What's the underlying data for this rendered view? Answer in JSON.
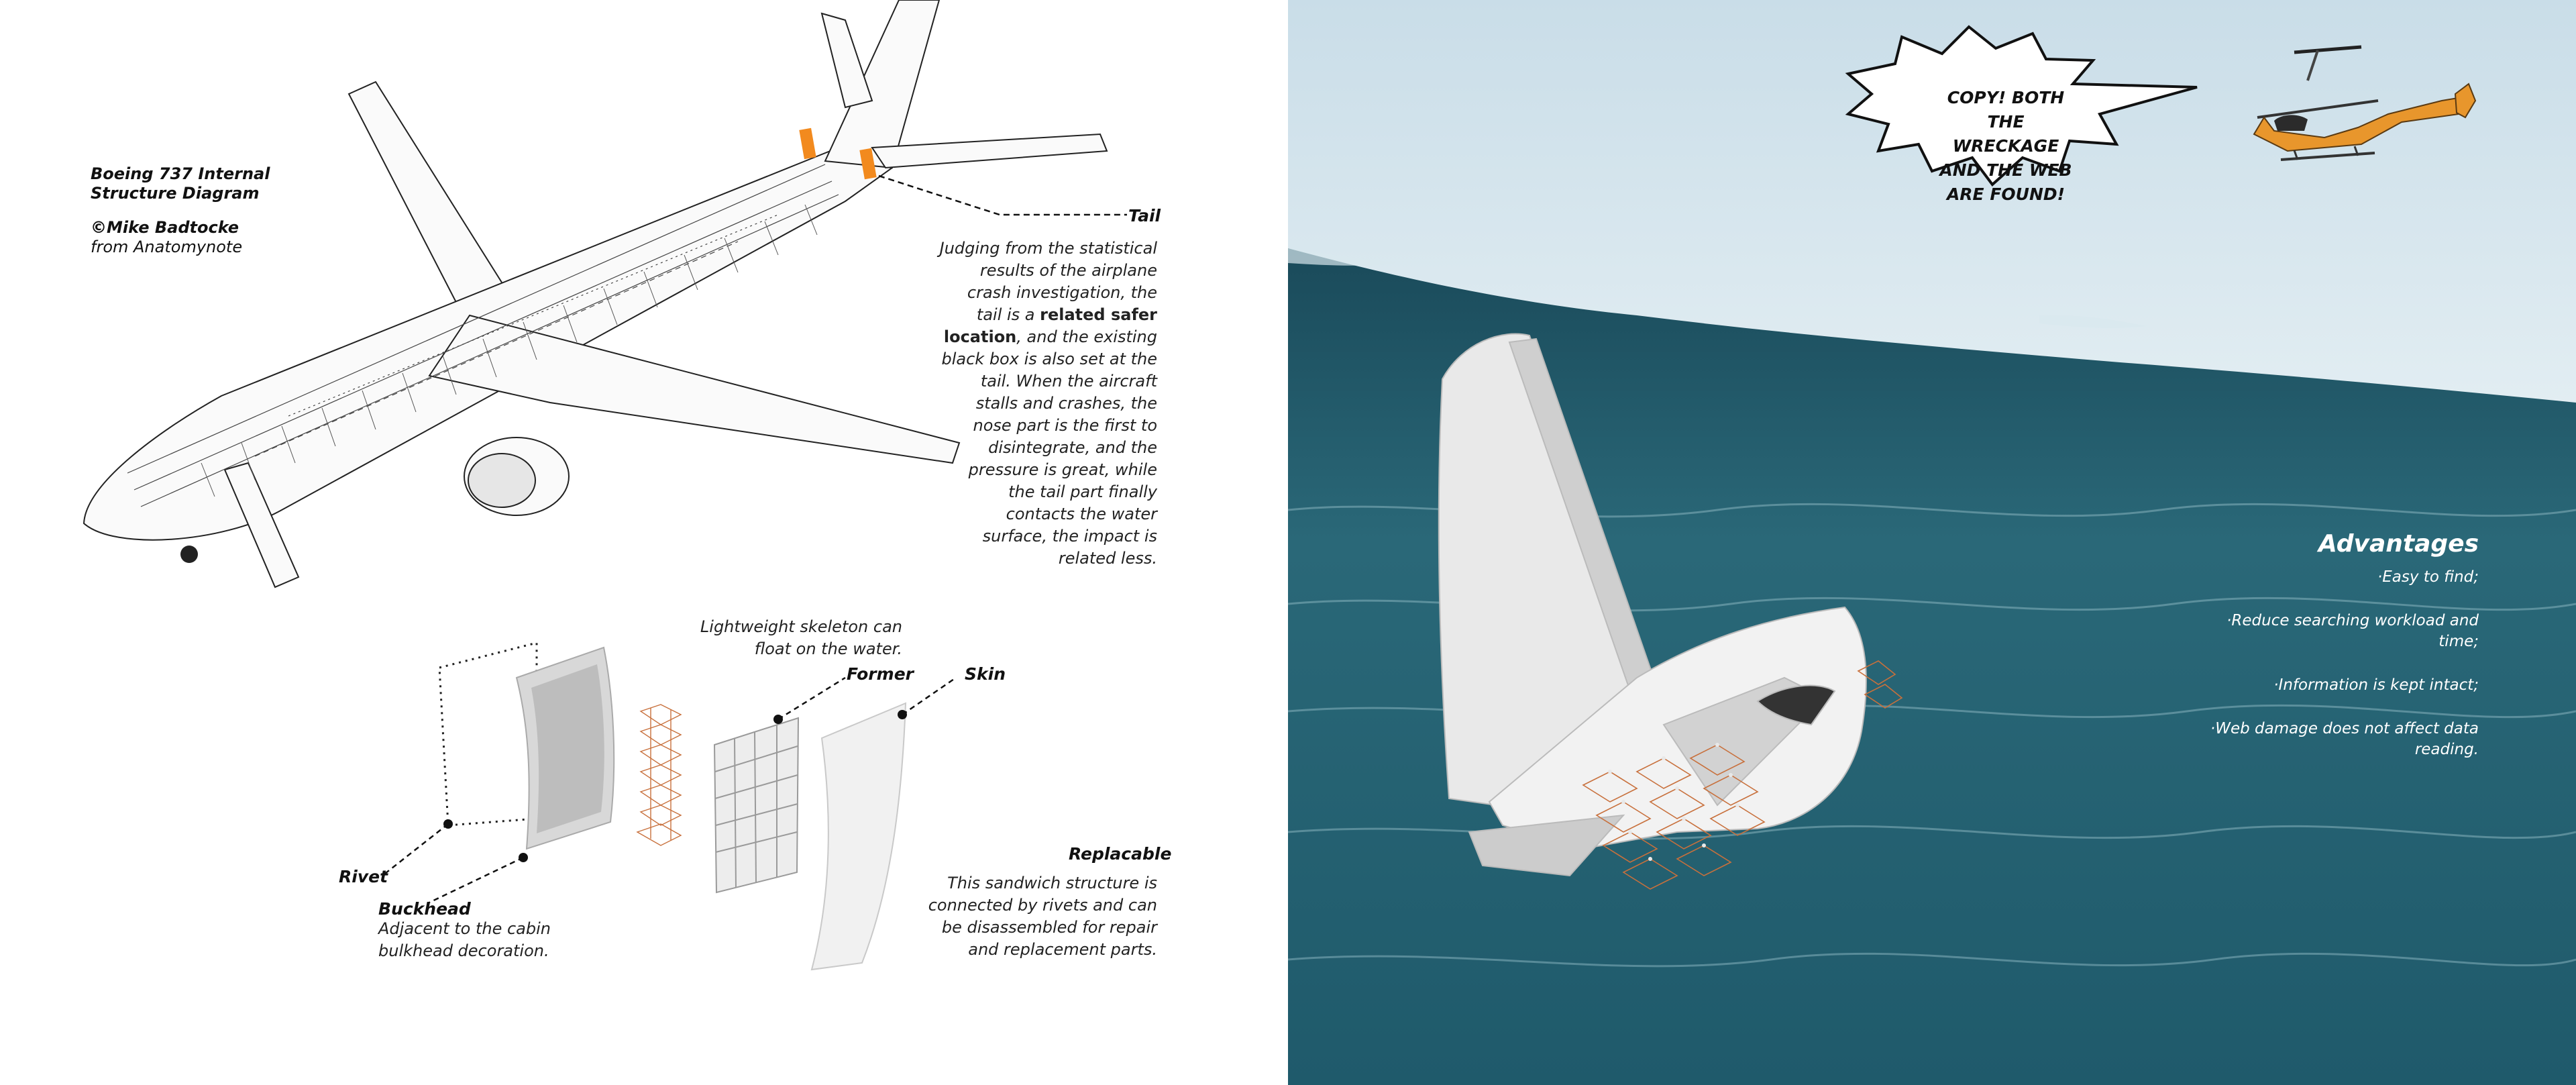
{
  "credit": {
    "title": "Boeing 737 Internal Structure Diagram",
    "copyright": "©Mike Badtocke",
    "source": "from Anatomynote"
  },
  "tail": {
    "label": "Tail",
    "text_before": "Judging from the statistical results of the airplane crash investigation, the tail is a ",
    "text_bold": "related safer location",
    "text_after": ", and the existing black box is also set at the tail. When the aircraft stalls and crashes, the nose part is the first to disintegrate, and the pressure is great, while the tail part finally contacts the water surface, the impact is related less."
  },
  "parts": {
    "skeleton_note": "Lightweight skeleton can float on the water.",
    "former_label": "Former",
    "skin_label": "Skin",
    "rivet_label": "Rivet",
    "buckhead_label": "Buckhead",
    "buckhead_note": "Adjacent to the cabin bulkhead decoration.",
    "replacable_label": "Replacable",
    "replacable_note": "This sandwich structure is connected by rivets and can be disassembled for repair and replacement parts."
  },
  "bubble": {
    "text": "COPY! BOTH THE WRECKAGE AND THE WEB ARE FOUND!"
  },
  "advantages": {
    "title": "Advantages",
    "items": [
      "·Easy to find;",
      "·Reduce searching workload and time;",
      "·Information is kept intact;",
      "·Web damage does not affect data reading."
    ]
  },
  "colors": {
    "accent_orange": "#f28a1e",
    "sea_dark": "#1d5566",
    "sky": "#dcebf2",
    "web_copper": "#c8703c"
  }
}
